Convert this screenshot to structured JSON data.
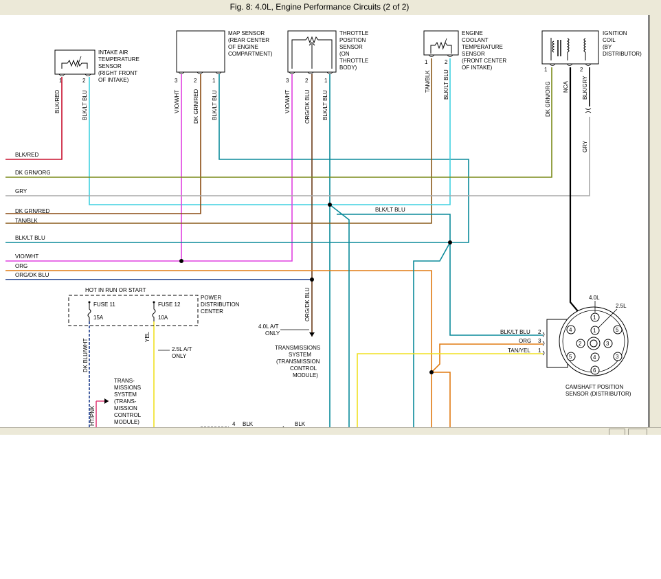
{
  "window": {
    "title": "Fig. 8: 4.0L, Engine Performance Circuits (2 of 2)"
  },
  "components": {
    "iat": {
      "lines": [
        "INTAKE AIR",
        "TEMPERATURE",
        "SENSOR",
        "(RIGHT FRONT",
        "OF INTAKE)"
      ],
      "pins": [
        "1",
        "2"
      ]
    },
    "map": {
      "lines": [
        "MAP SENSOR",
        "(REAR CENTER",
        "OF ENGINE",
        "COMPARTMENT)"
      ],
      "pins": [
        "3",
        "2",
        "1"
      ]
    },
    "tps": {
      "lines": [
        "THROTTLE",
        "POSITION",
        "SENSOR",
        "(ON",
        "THROTTLE",
        "BODY)"
      ],
      "pins": [
        "3",
        "2",
        "1"
      ]
    },
    "ect": {
      "lines": [
        "ENGINE",
        "COOLANT",
        "TEMPERATURE",
        "SENSOR",
        "(FRONT CENTER",
        "OF INTAKE)"
      ],
      "pins": [
        "1",
        "2"
      ]
    },
    "coil": {
      "lines": [
        "IGNITION",
        "COIL",
        "(BY",
        "DISTRIBUTOR)"
      ],
      "pins": [
        "1",
        "2"
      ]
    },
    "pdc": {
      "header": "HOT IN RUN OR START",
      "lines": [
        "POWER",
        "DISTRIBUTION",
        "CENTER"
      ],
      "fuses": [
        {
          "name": "FUSE 11",
          "rating": "15A"
        },
        {
          "name": "FUSE 12",
          "rating": "10A"
        }
      ]
    },
    "cmp": {
      "lines": [
        "CAMSHAFT POSITION",
        "SENSOR (DISTRIBUTOR)"
      ],
      "tag_40": "4.0L",
      "tag_25": "2.5L",
      "pins_inner": [
        "1",
        "2",
        "3",
        "4",
        "5",
        "6"
      ],
      "pins_outer": [
        "1",
        "2",
        "3",
        "4",
        "5",
        "6",
        "1",
        "3"
      ]
    }
  },
  "wires": {
    "iat_pin1": "BLK/RED",
    "iat_pin2": "BLK/LT BLU",
    "map_pin3": "VIO/WHT",
    "map_pin2": "DK GRN/RED",
    "map_pin1": "BLK/LT BLU",
    "tps_pin3": "VIO/WHT",
    "tps_pin2": "ORG/DK BLU",
    "tps_pin1": "BLK/LT BLU",
    "ect_pin1": "TAN/BLK",
    "ect_pin2": "BLK/LT BLU",
    "coil_pin1": "DK GRN/ORG",
    "coil_nca": "NCA",
    "coil_pin2": "BLK/GRY",
    "coil_gry": "GRY",
    "bus_labels": [
      "BLK/RED",
      "DK GRN/ORG",
      "GRY",
      "DK GRN/RED",
      "TAN/BLK",
      "BLK/LT BLU",
      "VIO/WHT",
      "ORG",
      "ORG/DK BLU"
    ],
    "mid_blk_lt_blu": "BLK/LT BLU",
    "org_dk_blu_down": "ORG/DK BLU",
    "fuse11_wire": "DK BLU/WHT",
    "fuse12_wire": "YEL",
    "ht_pnk": "HT/PNK",
    "cmp_pin2": "BLK/LT BLU",
    "cmp_pin3": "ORG",
    "cmp_pin1": "TAN/YEL",
    "blk_bottom_1": "BLK",
    "blk_bottom_2": "BLK",
    "bottom_pin": "4"
  },
  "notes": {
    "at40": [
      "4.0L A/T",
      "ONLY"
    ],
    "at25": [
      "2.5L A/T",
      "ONLY"
    ],
    "tcm1": [
      "TRANSMISSIONS",
      "SYSTEM",
      "(TRANSMISSION",
      "CONTROL",
      "MODULE)"
    ],
    "tcm2": [
      "TRANS-",
      "MISSIONS",
      "SYSTEM",
      "(TRANS-",
      "MISSION",
      "CONTROL",
      "MODULE)"
    ]
  },
  "colors": {
    "window_chrome": "#ece9d8",
    "blk_red": "#c8102e",
    "lt_blu": "#3fd0e0",
    "dk_grn": "#7a8a18",
    "gry": "#a8a8a8",
    "brown": "#8a4a12",
    "tan": "#8a5a1a",
    "teal": "#0a8a9a",
    "vio": "#e040e0",
    "org": "#e07a10",
    "dk_blu": "#1a3a8a",
    "yel": "#f0e020",
    "pnk": "#e0407a",
    "black": "#000000"
  }
}
